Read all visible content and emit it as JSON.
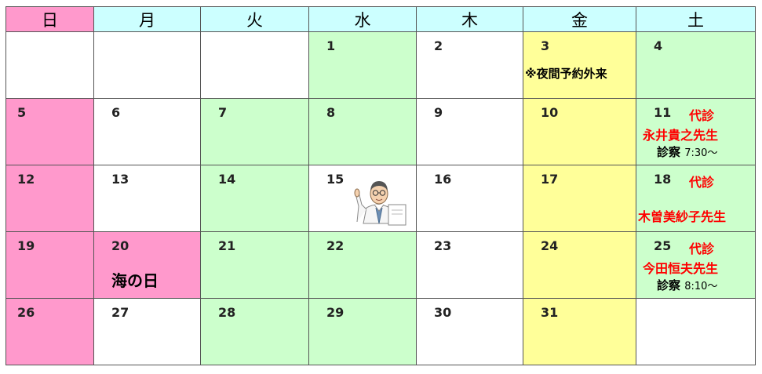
{
  "weekdays": [
    "日",
    "月",
    "火",
    "水",
    "木",
    "金",
    "土"
  ],
  "days": {
    "d1": "1",
    "d2": "2",
    "d3": "3",
    "d4": "4",
    "d5": "5",
    "d6": "6",
    "d7": "7",
    "d8": "8",
    "d9": "9",
    "d10": "10",
    "d11": "11",
    "d12": "12",
    "d13": "13",
    "d14": "14",
    "d15": "15",
    "d16": "16",
    "d17": "17",
    "d18": "18",
    "d19": "19",
    "d20": "20",
    "d21": "21",
    "d22": "22",
    "d23": "23",
    "d24": "24",
    "d25": "25",
    "d26": "26",
    "d27": "27",
    "d28": "28",
    "d29": "29",
    "d30": "30",
    "d31": "31"
  },
  "notes": {
    "night_clinic": "※夜間予約外来",
    "holiday_20": "海の日",
    "substitute": "代診",
    "sub_11_name": "永井貴之先生",
    "sub_11_time_label": "診察",
    "sub_11_time": "7:30〜",
    "sub_18_name": "木曽美紗子先生",
    "sub_25_name": "今田恒夫先生",
    "sub_25_time_label": "診察",
    "sub_25_time": "8:10〜"
  },
  "colors": {
    "header": "#ccffff",
    "sunday": "#ff99cc",
    "closed_green": "#ccffcc",
    "friday_yellow": "#ffff99",
    "substitute_red": "#ff0000"
  },
  "icons": {
    "day15": "doctor-pointing-icon"
  }
}
